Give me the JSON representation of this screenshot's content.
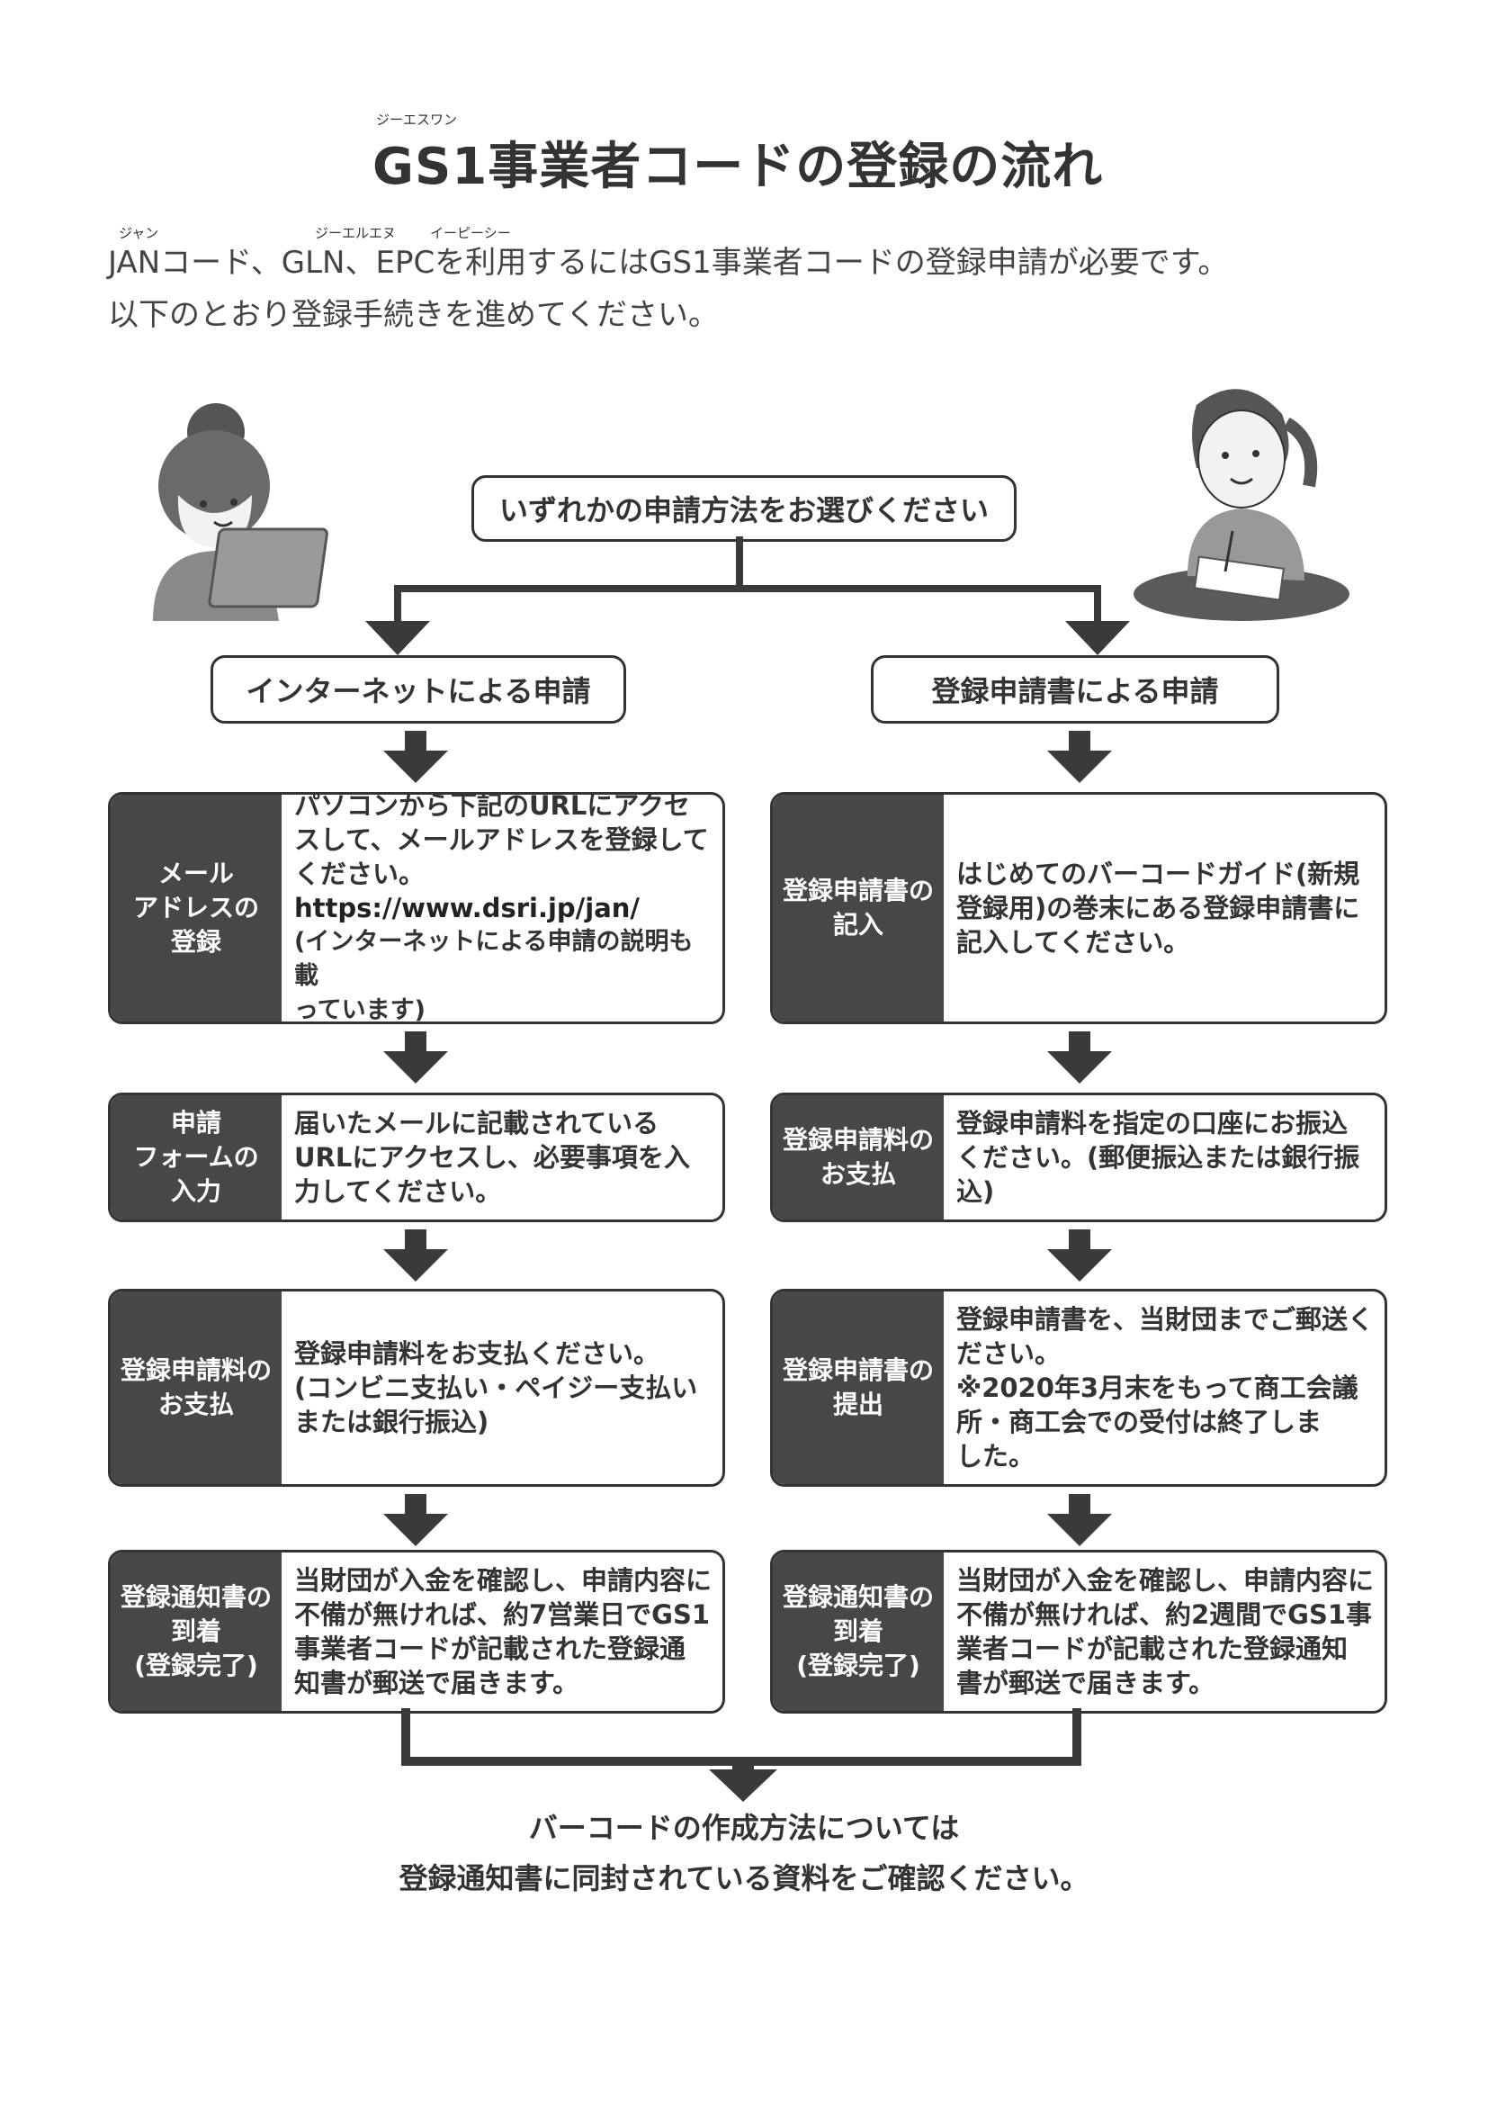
{
  "title": {
    "ruby": "ジーエスワン",
    "text": "GS1事業者コードの登録の流れ"
  },
  "intro": {
    "ruby_jan": "ジャン",
    "ruby_gln": "ジーエルエヌ",
    "ruby_epc": "イーピーシー",
    "line1": "JANコード、GLN、EPCを利用するにはGS1事業者コードの登録申請が必要です。",
    "line2": "以下のとおり登録手続きを進めてください。"
  },
  "choose": "いずれかの申請方法をお選びください",
  "internet": {
    "heading": "インターネットによる申請",
    "steps": [
      {
        "label": [
          "メール",
          "アドレスの",
          "登録"
        ],
        "lines": [
          "パソコンから下記のURLにアクセ",
          "スして、メールアドレスを登録して",
          "ください。"
        ],
        "url": "https://www.dsri.jp/jan/",
        "note": [
          "(インターネットによる申請の説明も載",
          "っています)"
        ]
      },
      {
        "label": [
          "申請",
          "フォームの",
          "入力"
        ],
        "lines": [
          "届いたメールに記載されている",
          "URLにアクセスし、必要事項を入",
          "力してください。"
        ]
      },
      {
        "label": [
          "登録申請料の",
          "お支払"
        ],
        "lines": [
          "登録申請料をお支払ください。",
          "(コンビニ支払い・ペイジー支払い",
          "または銀行振込)"
        ]
      },
      {
        "label": [
          "登録通知書の",
          "到着",
          "(登録完了)"
        ],
        "lines": [
          "当財団が入金を確認し、申請内容に",
          "不備が無ければ、約7営業日でGS1",
          "事業者コードが記載された登録通",
          "知書が郵送で届きます。"
        ]
      }
    ]
  },
  "paper": {
    "heading": "登録申請書による申請",
    "steps": [
      {
        "label": [
          "登録申請書の",
          "記入"
        ],
        "lines": [
          "はじめてのバーコードガイド(新規",
          "登録用)の巻末にある登録申請書に",
          "記入してください。"
        ]
      },
      {
        "label": [
          "登録申請料の",
          "お支払"
        ],
        "lines": [
          "登録申請料を指定の口座にお振込",
          "ください。(郵便振込または銀行振",
          "込)"
        ]
      },
      {
        "label": [
          "登録申請書の",
          "提出"
        ],
        "lines": [
          "登録申請書を、当財団までご郵送く",
          "ださい。",
          "※2020年3月末をもって商工会議",
          "所・商工会での受付は終了しま",
          "した。"
        ]
      },
      {
        "label": [
          "登録通知書の",
          "到着",
          "(登録完了)"
        ],
        "lines": [
          "当財団が入金を確認し、申請内容に",
          "不備が無ければ、約2週間でGS1事",
          "業者コードが記載された登録通知",
          "書が郵送で届きます。"
        ]
      }
    ]
  },
  "footer": {
    "line1": "バーコードの作成方法については",
    "line2": "登録通知書に同封されている資料をご確認ください。"
  }
}
